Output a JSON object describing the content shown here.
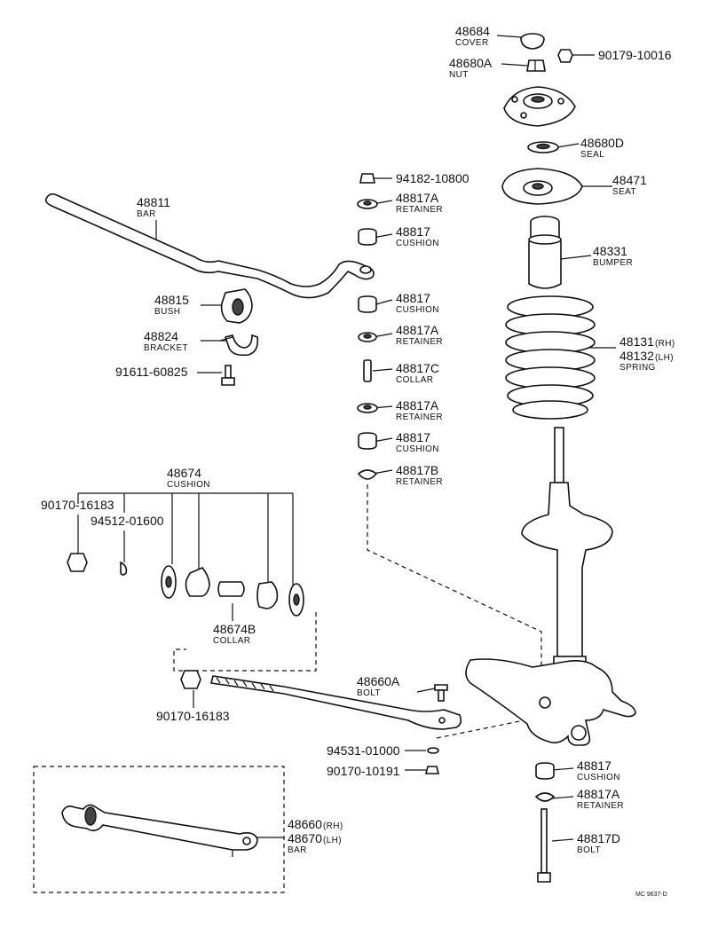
{
  "callouts": {
    "c48684": {
      "part": "48684",
      "name": "COVER"
    },
    "c48680a": {
      "part": "48680A",
      "name": "NUT"
    },
    "c90179": {
      "part": "90179-10016"
    },
    "c48680d": {
      "part": "48680D",
      "name": "SEAL"
    },
    "c94182": {
      "part": "94182-10800"
    },
    "c48811": {
      "part": "48811",
      "name": "BAR"
    },
    "c48817a_1": {
      "part": "48817A",
      "name": "RETAINER"
    },
    "c48471": {
      "part": "48471",
      "name": "SEAT"
    },
    "c48817_1": {
      "part": "48817",
      "name": "CUSHION"
    },
    "c48331": {
      "part": "48331",
      "name": "BUMPER"
    },
    "c48815": {
      "part": "48815",
      "name": "BUSH"
    },
    "c48817_2": {
      "part": "48817",
      "name": "CUSHION"
    },
    "c48824": {
      "part": "48824",
      "name": "BRACKET"
    },
    "c48817a_2": {
      "part": "48817A",
      "name": "RETAINER"
    },
    "c48131": {
      "part": "48131",
      "side": "(RH)"
    },
    "c48132": {
      "part": "48132",
      "side": "(LH)",
      "name": "SPRING"
    },
    "c91611": {
      "part": "91611-60825"
    },
    "c48817c": {
      "part": "48817C",
      "name": "COLLAR"
    },
    "c48817a_3": {
      "part": "48817A",
      "name": "RETAINER"
    },
    "c48817_3": {
      "part": "48817",
      "name": "CUSHION"
    },
    "c48817b": {
      "part": "48817B",
      "name": "RETAINER"
    },
    "c48674": {
      "part": "48674",
      "name": "CUSHION"
    },
    "c90170_16183a": {
      "part": "90170-16183"
    },
    "c94512": {
      "part": "94512-01600"
    },
    "c48674b": {
      "part": "48674B",
      "name": "COLLAR"
    },
    "c48660a": {
      "part": "48660A",
      "name": "BOLT"
    },
    "c90170_16183b": {
      "part": "90170-16183"
    },
    "c94531": {
      "part": "94531-01000"
    },
    "c90170_10191": {
      "part": "90170-10191"
    },
    "c48817_4": {
      "part": "48817",
      "name": "CUSHION"
    },
    "c48817a_4": {
      "part": "48817A",
      "name": "RETAINER"
    },
    "c48660": {
      "part": "48660",
      "side": "(RH)"
    },
    "c48670": {
      "part": "48670",
      "side": "(LH)",
      "name": "BAR"
    },
    "c48817d": {
      "part": "48817D",
      "name": "BOLT"
    }
  },
  "footer_code": "MC 9637-D"
}
